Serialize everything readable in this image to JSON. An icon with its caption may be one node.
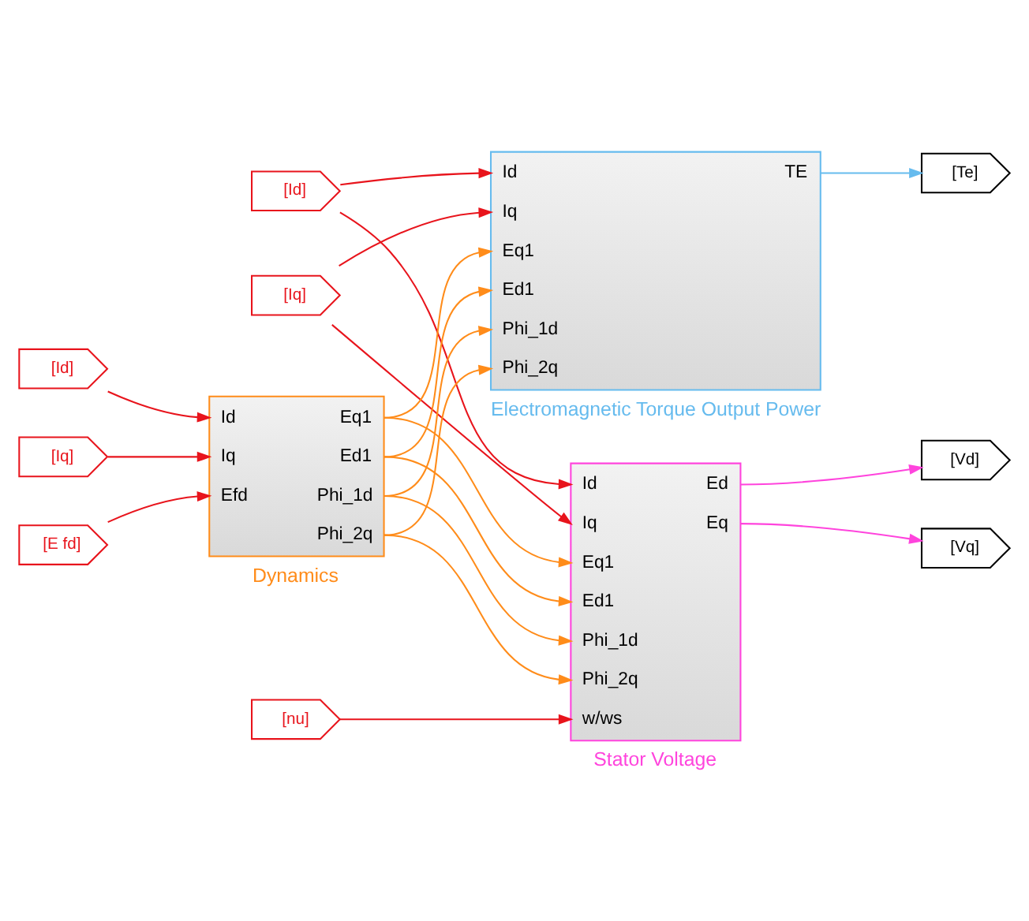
{
  "diagram": {
    "nodes": [
      {
        "text": [
          "[Te]"
        ]
      },
      {
        "text": [
          "TE",
          "Id",
          "Iq",
          "Eq1",
          "Ed1",
          "Phi_1d",
          "Phi_2q"
        ],
        "beside": [
          "Electromagnetic Torque Output Power"
        ]
      },
      {
        "text": [
          "[Id]"
        ]
      },
      {
        "text": [
          "[Iq]"
        ]
      },
      {
        "text": [
          "[Id]"
        ]
      },
      {
        "text": [
          "[Iq]"
        ]
      },
      {
        "text": [
          "[E fd]"
        ]
      },
      {
        "text": [
          "Id",
          "Iq",
          "Efd",
          "Eq1",
          "Ed1",
          "Phi_1d",
          "Phi_2q"
        ],
        "beside": [
          "Dynamics"
        ]
      },
      {
        "text": [
          "[nu]"
        ]
      },
      {
        "text": [
          "Id",
          "Iq",
          "Eq1",
          "Ed1",
          "Phi_1d",
          "Phi_2q",
          "w/ws",
          "Ed",
          "Eq"
        ],
        "beside": [
          "Stator Voltage"
        ]
      },
      {
        "text": [
          "[Vd]"
        ]
      },
      {
        "text": [
          "[Vq]"
        ]
      }
    ],
    "edges": [
      {
        "from": 1,
        "to": 0,
        "arrow": "to",
        "color": "#66bbee"
      },
      {
        "from": 2,
        "to": 9,
        "arrow": "to",
        "color": "#e8141c"
      },
      {
        "from": 2,
        "to": 1,
        "arrow": "to",
        "color": "#e8141c"
      },
      {
        "from": 3,
        "to": 9,
        "arrow": "to",
        "color": "#e8141c"
      },
      {
        "from": 3,
        "to": 1,
        "arrow": "to",
        "color": "#e8141c"
      },
      {
        "from": 4,
        "to": 7,
        "arrow": "to",
        "color": "#e8141c"
      },
      {
        "from": 5,
        "to": 7,
        "arrow": "to",
        "color": "#e8141c"
      },
      {
        "from": 6,
        "to": 7,
        "arrow": "to",
        "color": "#e8141c"
      },
      {
        "from": 7,
        "to": 9,
        "arrow": "to",
        "color": "#ff8c1a"
      },
      {
        "from": 7,
        "to": 1,
        "arrow": "to",
        "color": "#ff8c1a"
      },
      {
        "from": 7,
        "to": 9,
        "arrow": "to",
        "color": "#ff8c1a"
      },
      {
        "from": 7,
        "to": 1,
        "arrow": "to",
        "color": "#ff8c1a"
      },
      {
        "from": 7,
        "to": 9,
        "arrow": "to",
        "color": "#ff8c1a"
      },
      {
        "from": 7,
        "to": 1,
        "arrow": "to",
        "color": "#ff8c1a"
      },
      {
        "from": 7,
        "to": 9,
        "arrow": "to",
        "color": "#ff8c1a"
      },
      {
        "from": 7,
        "to": 1,
        "arrow": "to",
        "color": "#ff8c1a"
      },
      {
        "from": 8,
        "to": 9,
        "arrow": "to",
        "color": "#e8141c"
      },
      {
        "from": 9,
        "to": 10,
        "arrow": "to",
        "color": "#ff44dd"
      },
      {
        "from": 9,
        "to": 11,
        "arrow": "to",
        "color": "#ff44dd"
      }
    ]
  }
}
